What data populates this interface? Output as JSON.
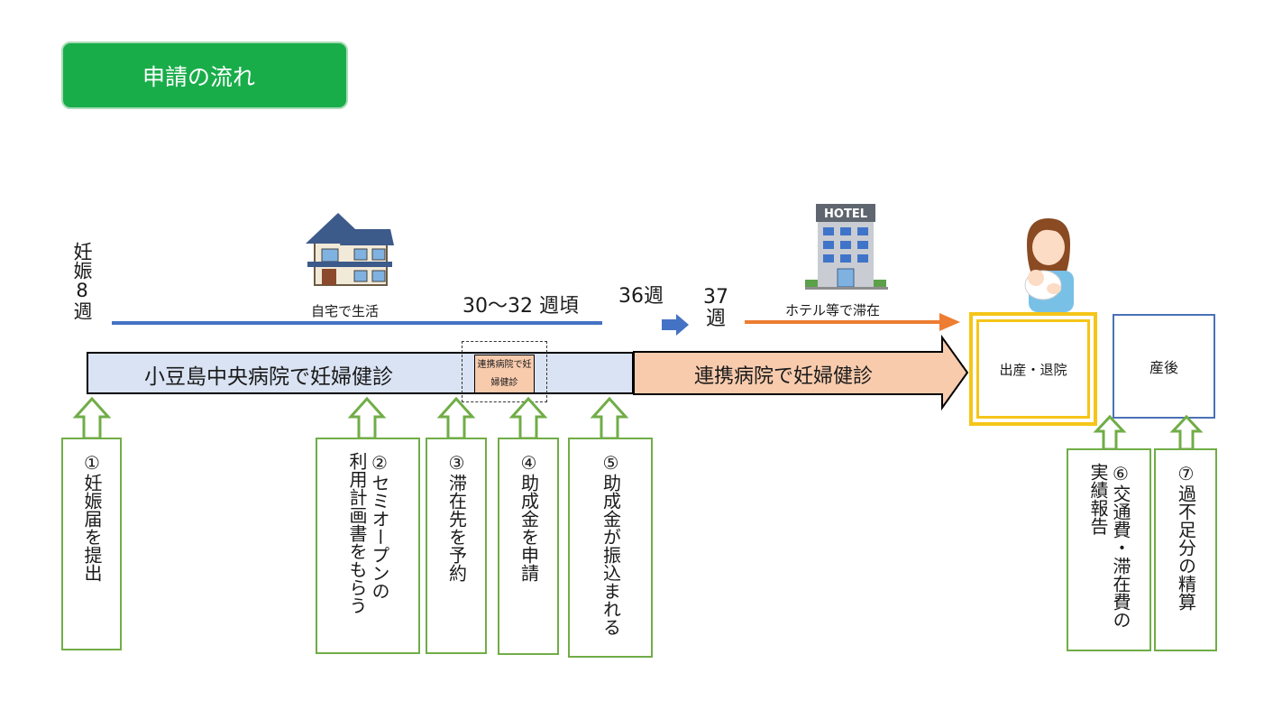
{
  "title": "申請の流れ",
  "timeline": {
    "week8": "妊娠8週",
    "home_label": "自宅で生活",
    "week30_32": "30～32 週頃",
    "week36": "36週",
    "week37": "37週",
    "hotel_label": "ホテル等で滞在",
    "hotel_sign": "HOTEL"
  },
  "stages": {
    "local_checkup": "小豆島中央病院で妊婦健診",
    "partner_checkup_small": "連携病院で妊婦健診",
    "partner_checkup": "連携病院で妊婦健診",
    "birth": "出産・退院",
    "postpartum": "産後"
  },
  "steps": [
    {
      "lines": [
        "①妊娠届を提出"
      ]
    },
    {
      "lines": [
        "②セミオープンの",
        "利用計画書をもらう"
      ]
    },
    {
      "lines": [
        "③滞在先を予約"
      ]
    },
    {
      "lines": [
        "④助成金を申請"
      ]
    },
    {
      "lines": [
        "⑤助成金が振込まれる"
      ]
    },
    {
      "lines": [
        "⑥交通費・滞在費の",
        "実績報告"
      ]
    },
    {
      "lines": [
        "⑦過不足分の精算"
      ]
    }
  ],
  "colors": {
    "title_bg": "#19ad4a",
    "step_border": "#70ad47",
    "blue_line": "#4472c4",
    "orange_line": "#ed7d31",
    "local_stage": "#dae3f3",
    "partner_stage": "#f8cbad",
    "birth_border": "#f5c518",
    "postpartum_border": "#4a72b5"
  },
  "icons": [
    "house-icon",
    "hotel-icon",
    "mother-baby-icon"
  ]
}
